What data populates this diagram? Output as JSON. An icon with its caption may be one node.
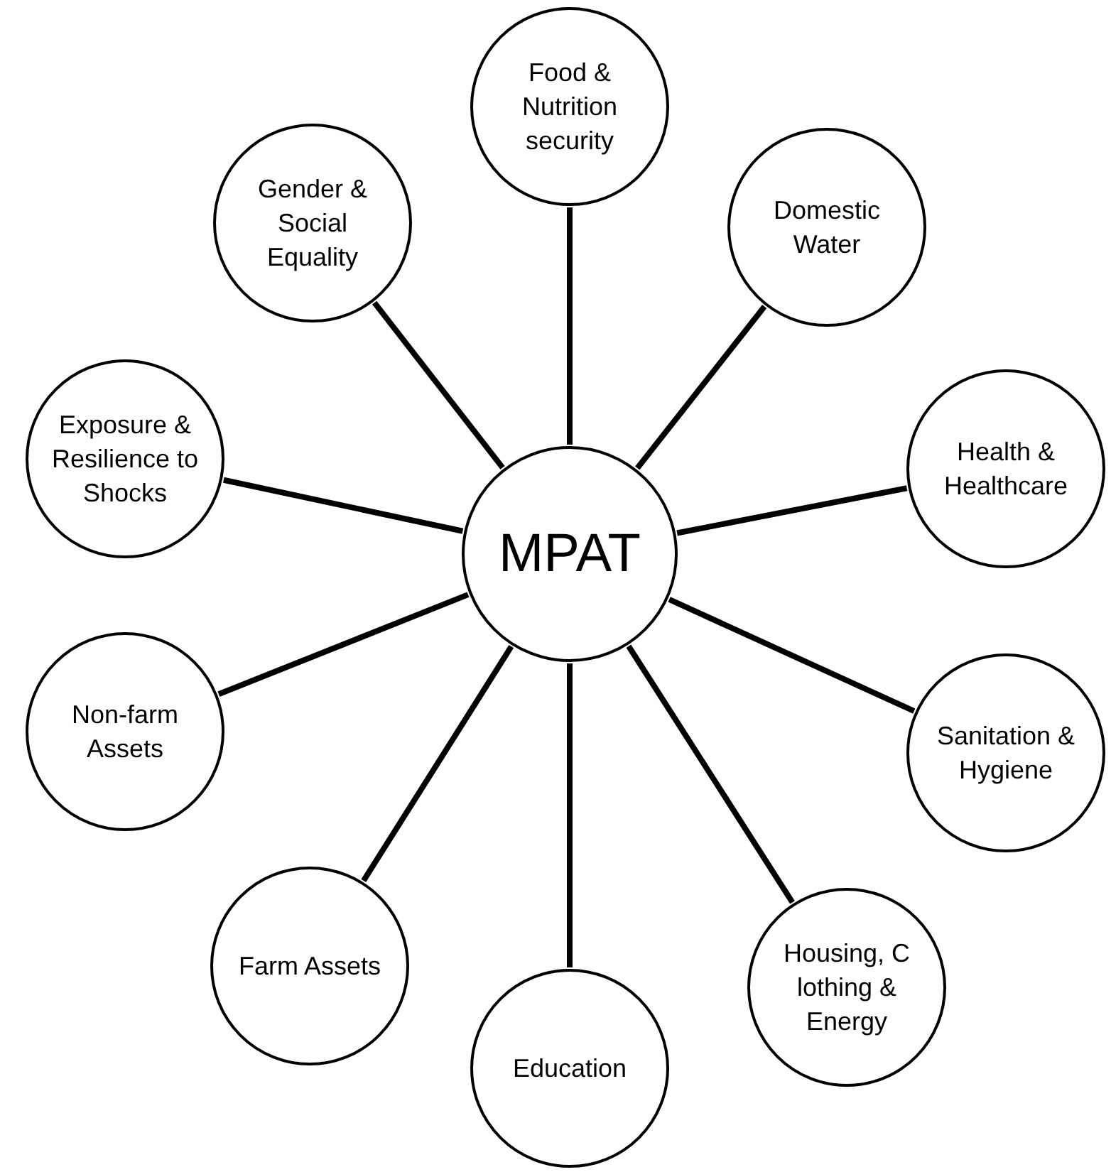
{
  "diagram": {
    "nodes": [
      {
        "text": [
          "MPAT"
        ]
      },
      {
        "text": [
          "Food & Nutrition security"
        ]
      },
      {
        "text": [
          "Domestic Water"
        ]
      },
      {
        "text": [
          "Health & Healthcare"
        ]
      },
      {
        "text": [
          "Sanitation & Hygiene"
        ]
      },
      {
        "text": [
          "Housing, C lothing & Energy"
        ]
      },
      {
        "text": [
          "Education"
        ]
      },
      {
        "text": [
          "Farm Assets"
        ]
      },
      {
        "text": [
          "Non-farm Assets"
        ]
      },
      {
        "text": [
          "Exposure & Resilience to Shocks"
        ]
      },
      {
        "text": [
          "Gender & Social Equality"
        ]
      }
    ],
    "edges": [
      {
        "from": 0,
        "to": 1,
        "arrow": "none"
      },
      {
        "from": 0,
        "to": 2,
        "arrow": "none"
      },
      {
        "from": 0,
        "to": 3,
        "arrow": "none"
      },
      {
        "from": 0,
        "to": 4,
        "arrow": "none"
      },
      {
        "from": 0,
        "to": 5,
        "arrow": "none"
      },
      {
        "from": 0,
        "to": 6,
        "arrow": "none"
      },
      {
        "from": 0,
        "to": 7,
        "arrow": "none"
      },
      {
        "from": 0,
        "to": 8,
        "arrow": "none"
      },
      {
        "from": 0,
        "to": 9,
        "arrow": "none"
      },
      {
        "from": 0,
        "to": 10,
        "arrow": "none"
      }
    ]
  }
}
